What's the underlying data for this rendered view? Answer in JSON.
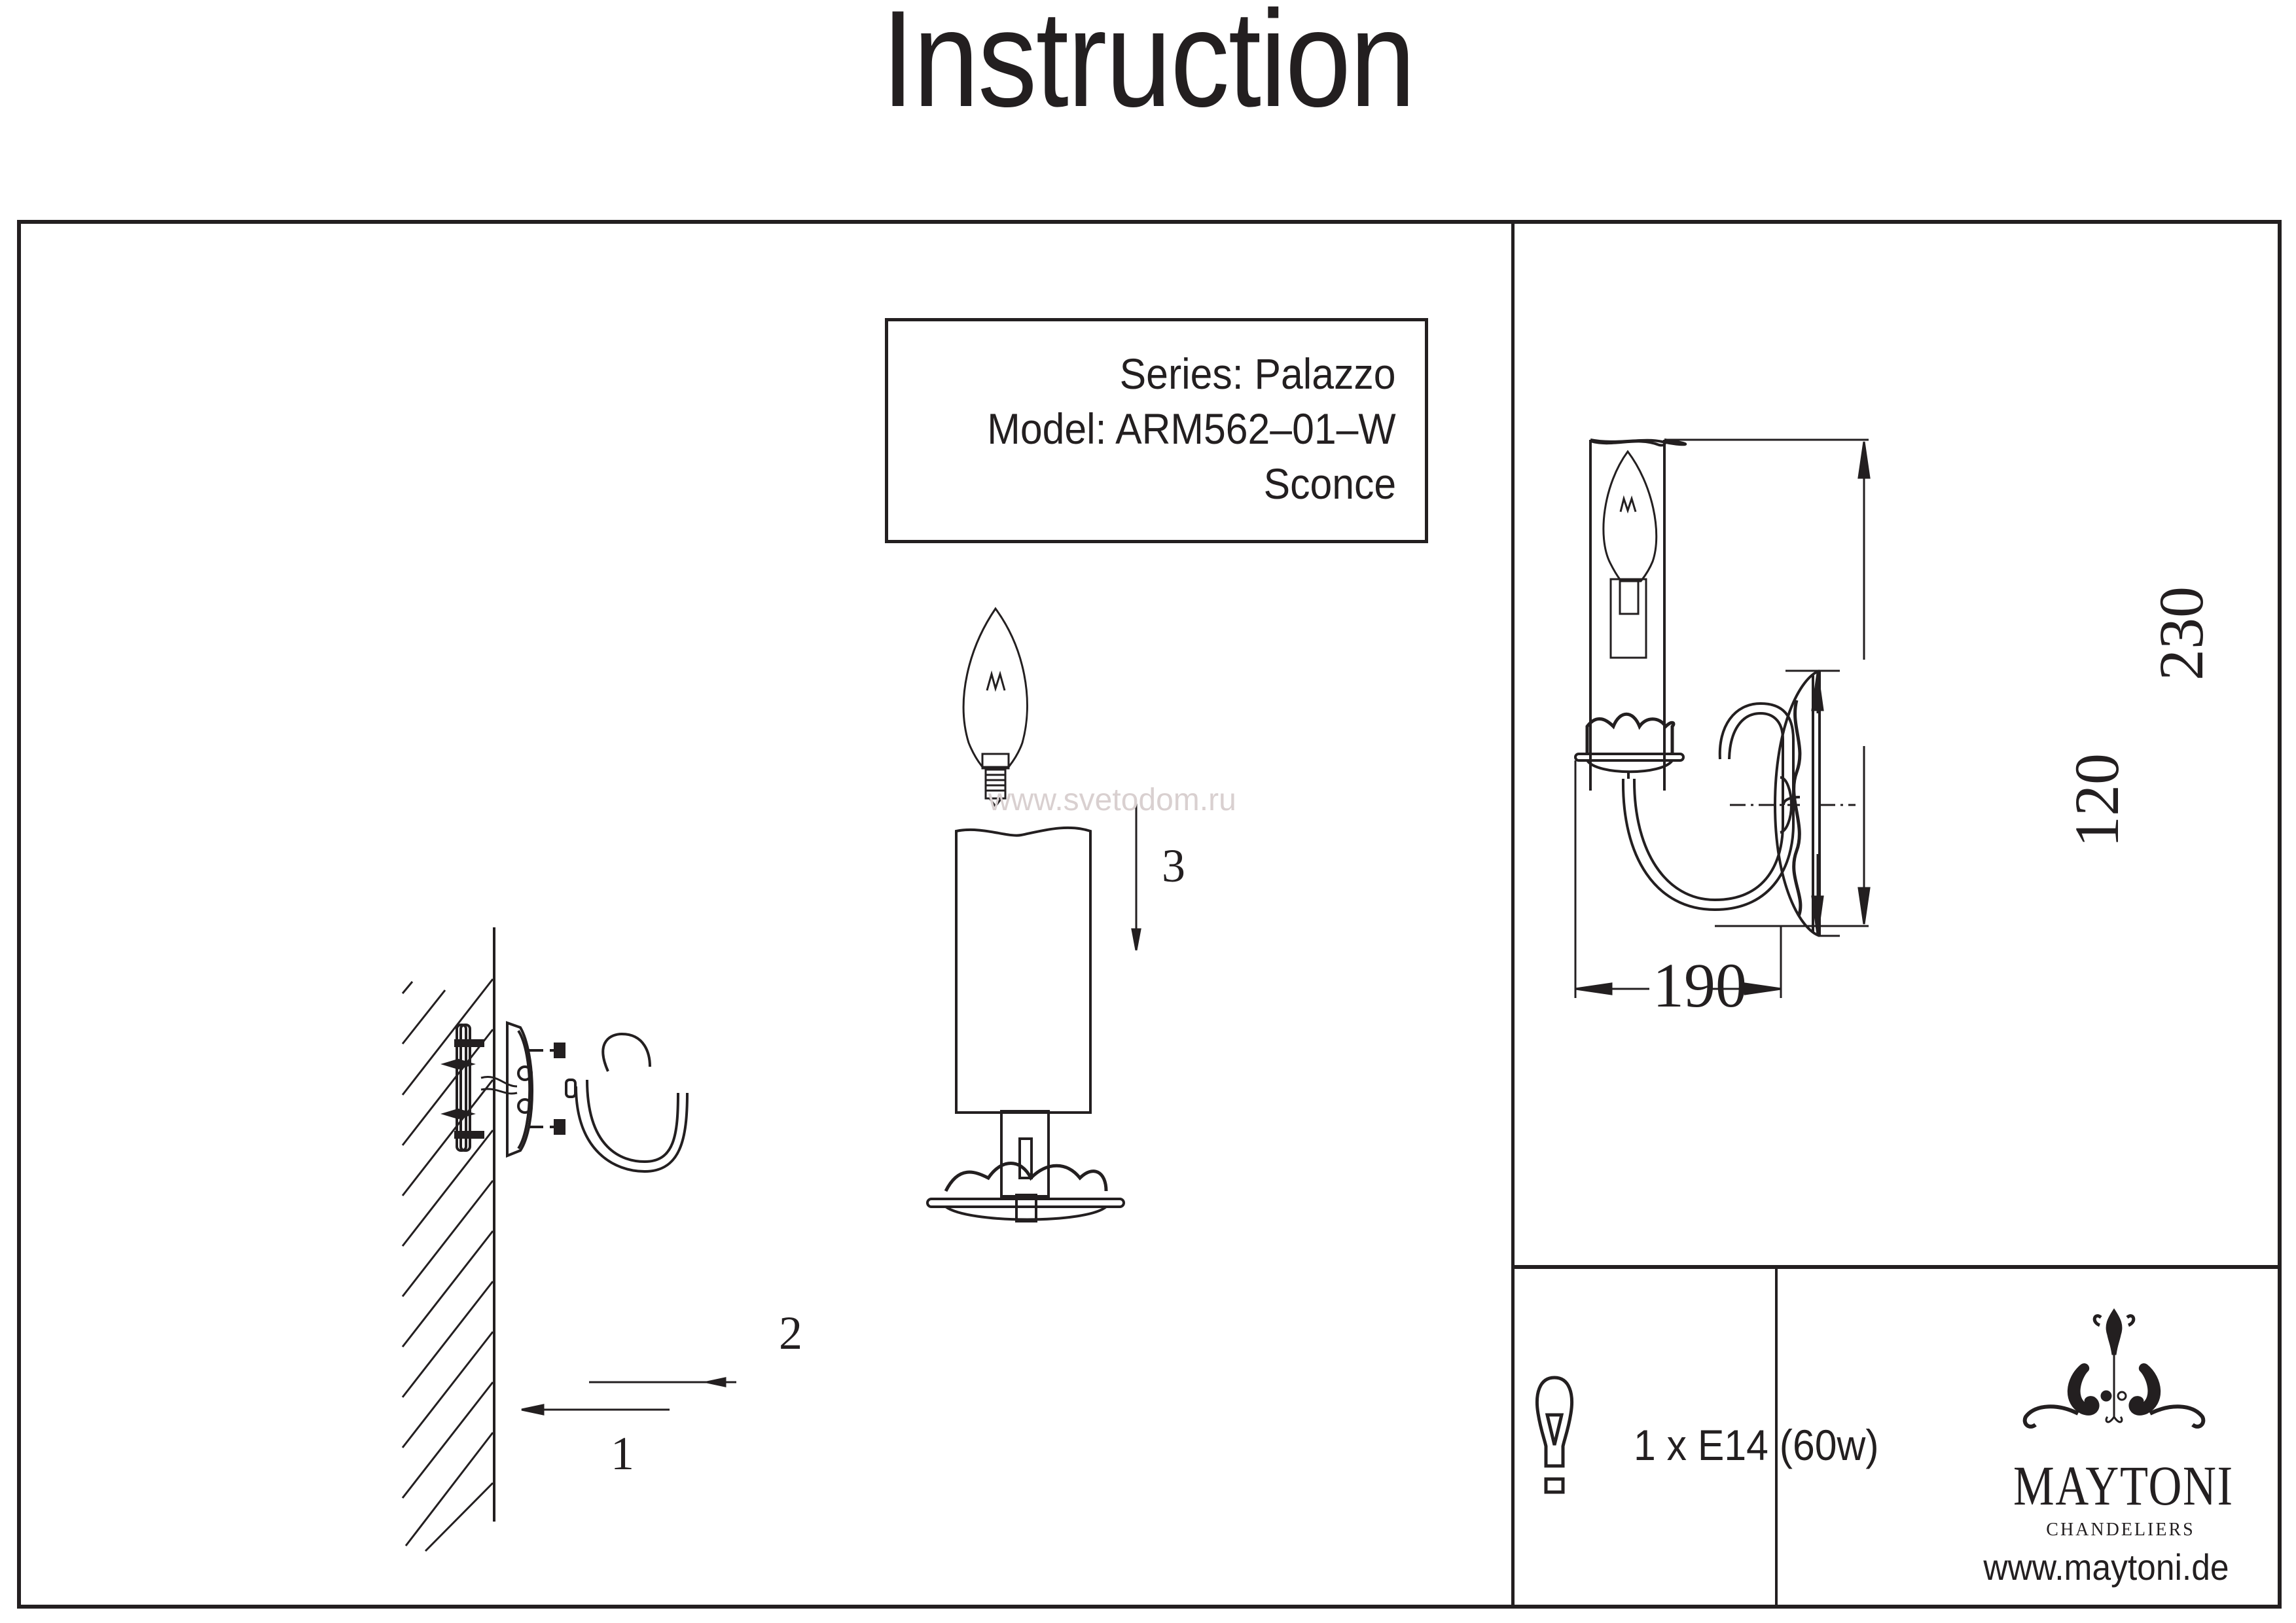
{
  "document": {
    "title": "Instruction"
  },
  "info_box": {
    "series": "Series: Palazzo",
    "model": "Model: ARM562–01–W",
    "type": "Sconce"
  },
  "assembly": {
    "watermark": "www.svetodom.ru",
    "steps": [
      "1",
      "2",
      "3"
    ]
  },
  "dimensions": {
    "width_mm": "190",
    "height_mm": "230",
    "backplate_mm": "120"
  },
  "spec": {
    "bulb_icon": "lightbulb-icon",
    "text": "1 x E14 (60w)"
  },
  "brand": {
    "name": "MAYTONI",
    "subtitle": "CHANDELIERS",
    "website": "www.maytoni.de",
    "logo_icon": "chandelier-ornament-icon"
  },
  "colors": {
    "ink": "#231f20",
    "watermark": "#d9d0d0"
  }
}
